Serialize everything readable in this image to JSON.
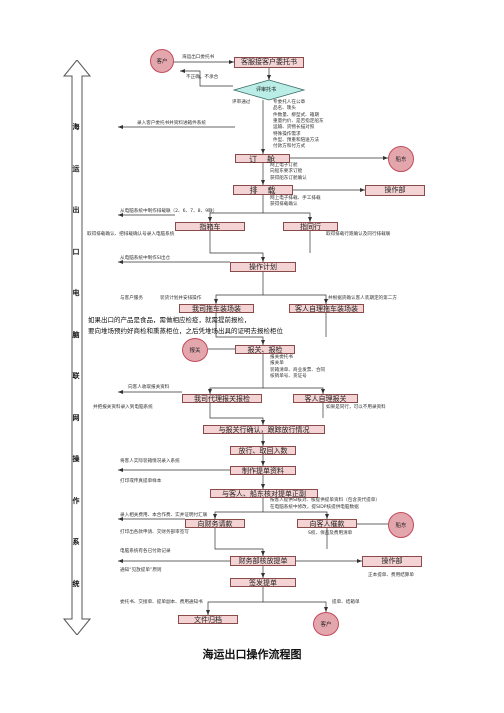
{
  "title": "海运出口操作流程图",
  "side_label": [
    "海",
    "运",
    "出",
    "口",
    "电",
    "脑",
    "联",
    "网",
    "操",
    "作",
    "系",
    "统"
  ],
  "customer_label": "客户",
  "shipowner_label": "船东",
  "customs_label": "报关",
  "boxes": {
    "receive_order": "客服接客户委托书",
    "review": "评审托书",
    "booking": "订　舱",
    "schedule": "排　载",
    "ops_dept": "操作部",
    "pickup_carrier": "指箱车",
    "pickup_peer": "指同行",
    "ops_plan": "操作计划",
    "our_truck": "我司拖车装场装",
    "client_truck": "客人自理拖车装场装",
    "customs_inspect": "报关、报检",
    "our_agent_customs": "我司代理报关报检",
    "client_customs": "客人自理报关",
    "confirm_customs": "与报关行确认，跟踪放行情况",
    "release": "放行、取回入数",
    "make_bl": "制作提单资料",
    "check_bl": "与客人、船东核对提单正副",
    "finance_invoice": "向财务请款",
    "client_invoice": "向客人催款",
    "finance_bl": "财务部核放提单",
    "ops_dept2": "操作部",
    "issue_bl": "签发提单",
    "archive": "文件归档"
  },
  "notes": {
    "consign": "海运出口委托书",
    "reject": "不正确，不承合",
    "review_pass": "评审通过",
    "review_items": [
      "专委托人在公章",
      "品名、唛头",
      "件数量、柳型式、箱期",
      "重量约价、是否指定船东",
      "运输、货物长描对照",
      "特殊操作需求",
      "件型、预重和陪送方法",
      "付款方和付方式"
    ],
    "entry": "录入客户委托书并资料进箱件系统",
    "booking_items": [
      "网上电子订舱",
      "向船东要求订舱",
      "获得船东订舱确认"
    ],
    "schedule_items": [
      "网上电子排载、手工排载",
      "获得排载确认"
    ],
    "pickup_left": "从电脑系统中制作排载联（2、6、7、8、9联）",
    "pickup_left2": "取得排载确认、把排载确认号录入电脑系统",
    "pickup_right": "取得排载行跑确认及同行排载联",
    "plan_note": "从电脑系统中制作SI出仓",
    "customer_service": "与客户服务",
    "goods_plan": "装货计划并安排操作",
    "client_arrange": "并根据货确认客人装期定的第二方",
    "food_note": "如果出口的产品是食品，需做相应检疫，就需提前报检，",
    "shipper_note": "要向堆场预约好商检和熏蒸柜位，之后凭堆场出具的证明去报检柜位",
    "customs_left": "向客人收取报关资料",
    "customs_left2": "并把报关资料录入到电脑系统",
    "customs_right_items": [
      "报关委托书",
      "报关单",
      "装箱清单、商业发票、合同",
      "核销单号、货证号"
    ],
    "customs_right2": "如果是同行，可以不用录资料",
    "bl_left": "将客人实际装箱情况录入系统",
    "bl_left2": "打印或传真提单样本",
    "check_right": "按客人提供SI核对、核提供提单资料（包含货代提单）",
    "check_right2": "在电脑系统中修改，提SIDP核提供电脑数据",
    "invoice_left": "录入相关费用、本合作费、实并证明付汇联",
    "invoice_left2": "打印出各款申请、交财务部审签写",
    "invoice_right": "S权、保品及费用清单",
    "finance_left": "电脑系统有各已付款记录",
    "finance_left2": "通知“见放提单”原则",
    "ops_right": "正本提单、费用结算单",
    "archive_left": "委托书、交接单、提单副本、费用通知书",
    "archive_right": "提单、结箱单"
  }
}
